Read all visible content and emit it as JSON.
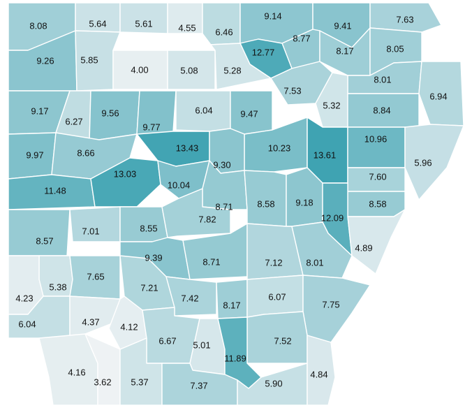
{
  "map": {
    "region": "Arkansas counties",
    "color_scale": {
      "low_color": "#eef2f4",
      "high_color": "#3fa3b2",
      "min": 3.62,
      "max": 13.61
    },
    "counties": [
      {
        "value": "8.08"
      },
      {
        "value": "5.64"
      },
      {
        "value": "5.61"
      },
      {
        "value": "4.55"
      },
      {
        "value": "6.46"
      },
      {
        "value": "9.14"
      },
      {
        "value": "9.41"
      },
      {
        "value": "7.63"
      },
      {
        "value": "8.77"
      },
      {
        "value": "12.77"
      },
      {
        "value": "8.17"
      },
      {
        "value": "8.05"
      },
      {
        "value": "9.26"
      },
      {
        "value": "5.85"
      },
      {
        "value": "4.00"
      },
      {
        "value": "5.08"
      },
      {
        "value": "5.28"
      },
      {
        "value": "7.53"
      },
      {
        "value": "8.01"
      },
      {
        "value": "6.94"
      },
      {
        "value": "9.17"
      },
      {
        "value": "6.27"
      },
      {
        "value": "9.56"
      },
      {
        "value": "9.77"
      },
      {
        "value": "6.04"
      },
      {
        "value": "9.47"
      },
      {
        "value": "5.32"
      },
      {
        "value": "8.84"
      },
      {
        "value": "9.97"
      },
      {
        "value": "8.66"
      },
      {
        "value": "13.43"
      },
      {
        "value": "10.23"
      },
      {
        "value": "13.61"
      },
      {
        "value": "10.96"
      },
      {
        "value": "5.96"
      },
      {
        "value": "11.48"
      },
      {
        "value": "13.03"
      },
      {
        "value": "10.04"
      },
      {
        "value": "9.30"
      },
      {
        "value": "7.60"
      },
      {
        "value": "8.71"
      },
      {
        "value": "8.58"
      },
      {
        "value": "9.18"
      },
      {
        "value": "8.58"
      },
      {
        "value": "12.09"
      },
      {
        "value": "8.57"
      },
      {
        "value": "7.01"
      },
      {
        "value": "8.55"
      },
      {
        "value": "7.82"
      },
      {
        "value": "4.89"
      },
      {
        "value": "9.39"
      },
      {
        "value": "8.71"
      },
      {
        "value": "7.12"
      },
      {
        "value": "8.01"
      },
      {
        "value": "5.38"
      },
      {
        "value": "7.65"
      },
      {
        "value": "7.21"
      },
      {
        "value": "4.23"
      },
      {
        "value": "7.42"
      },
      {
        "value": "8.17"
      },
      {
        "value": "6.07"
      },
      {
        "value": "7.75"
      },
      {
        "value": "6.04"
      },
      {
        "value": "4.37"
      },
      {
        "value": "4.12"
      },
      {
        "value": "6.67"
      },
      {
        "value": "5.01"
      },
      {
        "value": "7.52"
      },
      {
        "value": "11.89"
      },
      {
        "value": "4.16"
      },
      {
        "value": "3.62"
      },
      {
        "value": "5.37"
      },
      {
        "value": "7.37"
      },
      {
        "value": "5.90"
      },
      {
        "value": "4.84"
      }
    ]
  }
}
